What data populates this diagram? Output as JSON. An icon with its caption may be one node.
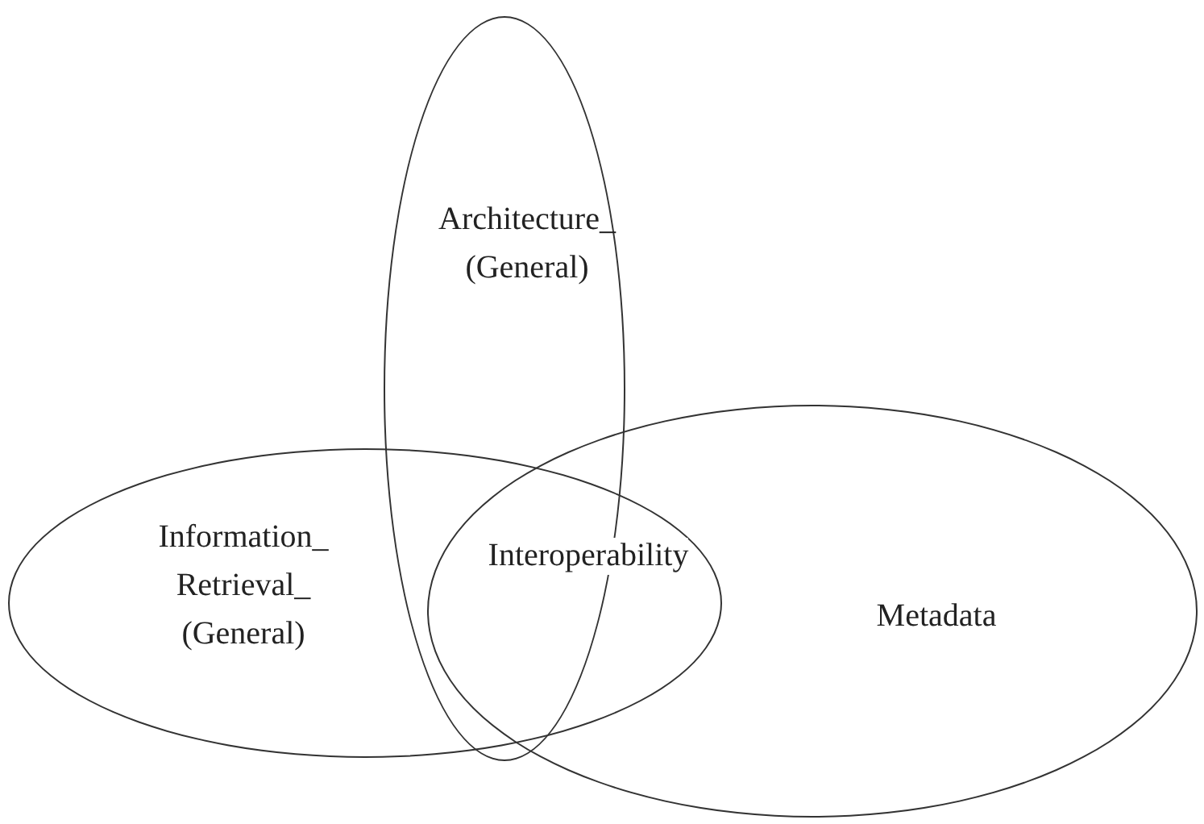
{
  "diagram": {
    "nodes": [
      {
        "text": [
          "Architecture_ (General)"
        ]
      },
      {
        "text": [
          "Information_ Retrieval_ (General)"
        ]
      },
      {
        "text": [
          "Metadata"
        ]
      }
    ],
    "labels": [
      "Interoperability"
    ]
  }
}
